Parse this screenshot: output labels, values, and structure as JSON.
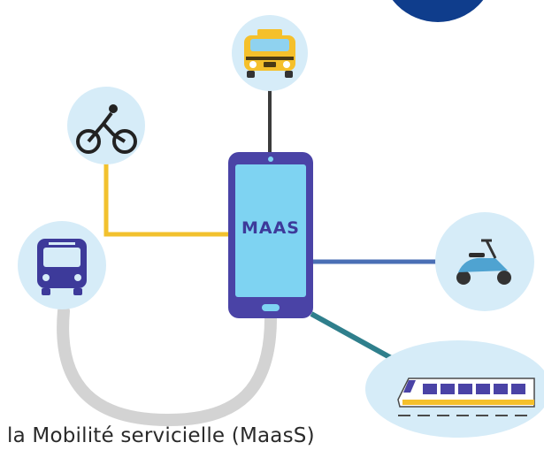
{
  "diagram": {
    "hub_label": "MAAS",
    "caption": "la Mobilité servicielle (MaasS)",
    "nodes": [
      {
        "id": "taxi",
        "icon": "taxi-icon",
        "line_color": "#3b3b3b"
      },
      {
        "id": "bicycle",
        "icon": "bicycle-icon",
        "line_color": "#f2c12e"
      },
      {
        "id": "bus",
        "icon": "bus-icon",
        "line_color": "#f2c12e"
      },
      {
        "id": "scooter",
        "icon": "scooter-icon",
        "line_color": "#4a6fb5"
      },
      {
        "id": "train",
        "icon": "train-icon",
        "line_color": "#2f7f8c"
      }
    ],
    "colors": {
      "circle_fill": "#d6ecf8",
      "phone_frame": "#4a43a6",
      "phone_screen": "#7ed3f2",
      "corner_badge": "#0f3d8c",
      "bus_to_phone_arc": "#d3d3d3"
    }
  }
}
